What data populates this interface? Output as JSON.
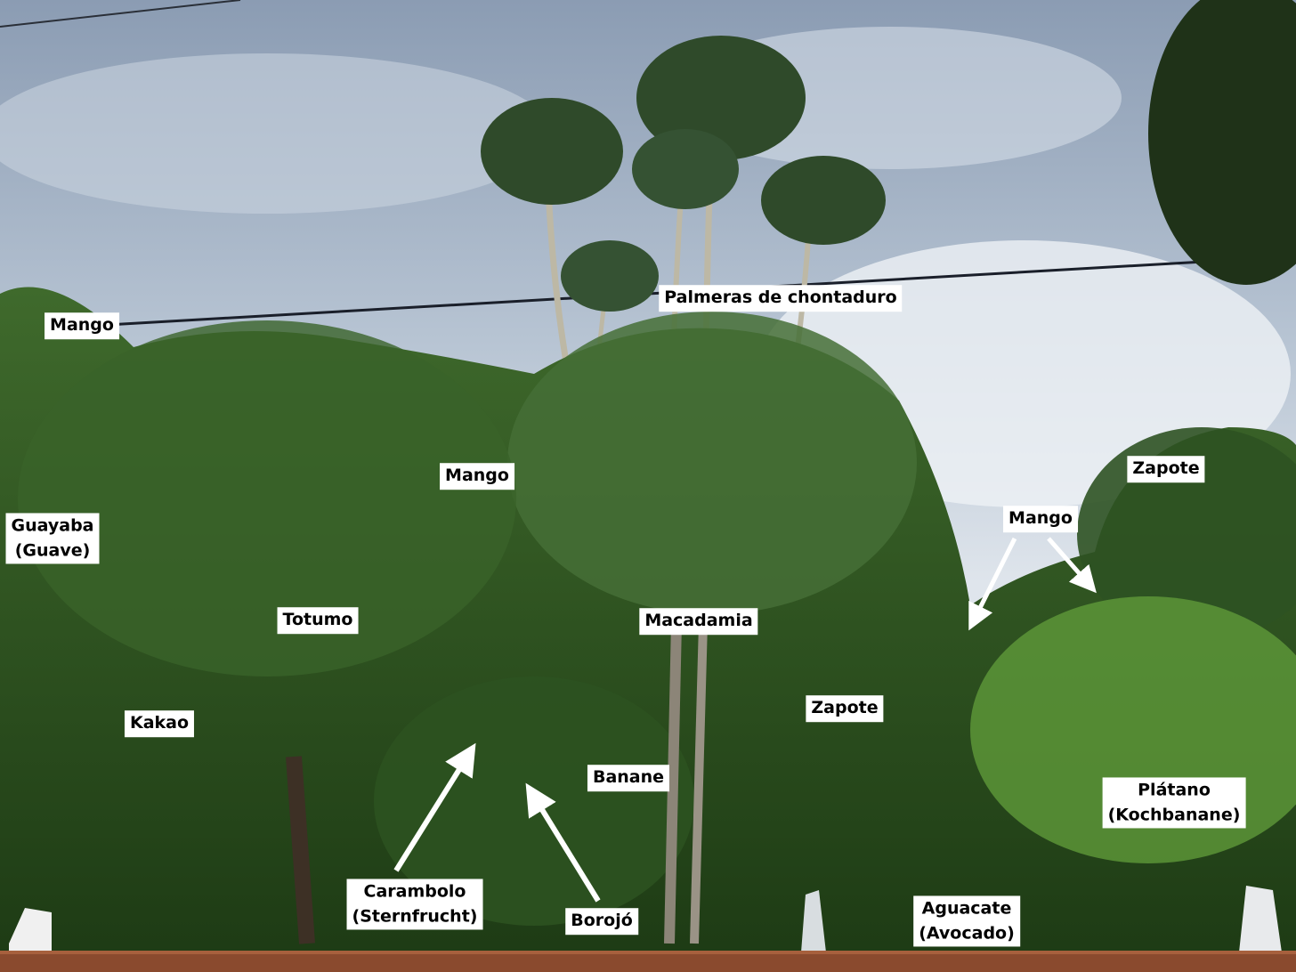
{
  "image": {
    "description_free": true
  },
  "labels": {
    "palmeras": "Palmeras de chontaduro",
    "mango_left": "Mango",
    "mango_center": "Mango",
    "mango_right": "Mango",
    "guayaba_1": "Guayaba",
    "guayaba_2": "(Guave)",
    "totumo": "Totumo",
    "kakao": "Kakao",
    "macadamia": "Macadamia",
    "zapote_top": "Zapote",
    "zapote_mid": "Zapote",
    "banane": "Banane",
    "platano_1": "Plátano",
    "platano_2": "(Kochbanane)",
    "carambolo_1": "Carambolo",
    "carambolo_2": "(Sternfrucht)",
    "borojo": "Borojó",
    "aguacate_1": "Aguacate",
    "aguacate_2": "(Avocado)"
  },
  "colors": {
    "label_bg": "#ffffff",
    "label_text": "#000000",
    "arrow": "#ffffff"
  }
}
